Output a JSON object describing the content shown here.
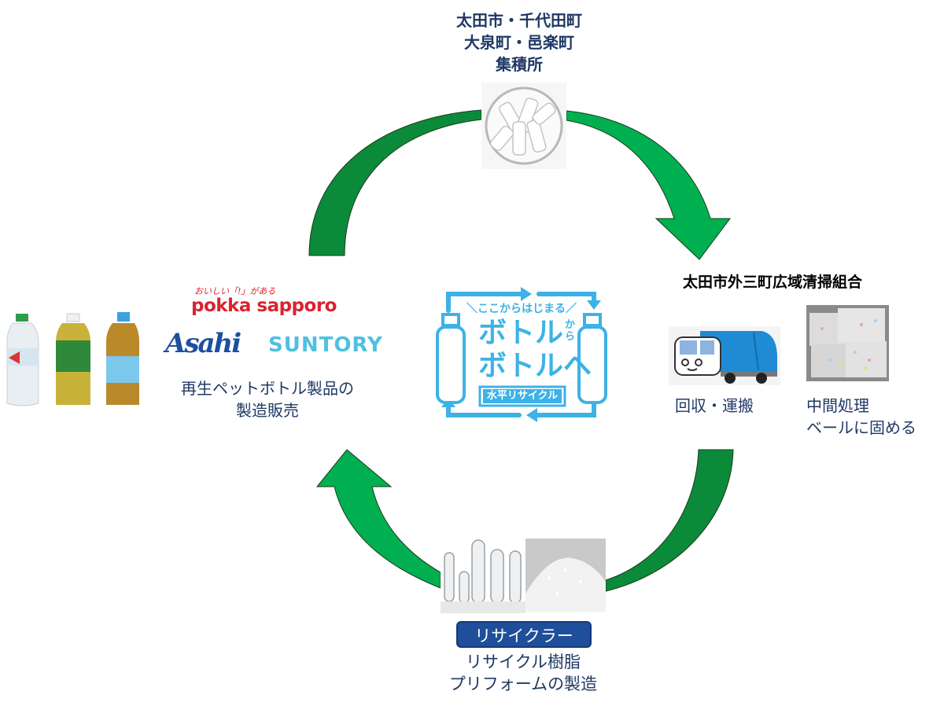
{
  "collection_point": {
    "lines": [
      "太田市・千代田町",
      "大泉町・邑楽町",
      "集積所"
    ]
  },
  "union": {
    "title": "太田市外三町広域清掃組合",
    "collection_label": "回収・運搬",
    "processing_lines": [
      "中間処理",
      "ベールに固める"
    ]
  },
  "recycler": {
    "badge": "リサイクラー",
    "lines": [
      "リサイクル樹脂",
      "プリフォームの製造"
    ]
  },
  "manufacturers": {
    "logos": {
      "pokka_tagline": "おいしい「!」がある",
      "pokka": "pokka sapporo",
      "asahi": "Asahi",
      "suntory": "SUNTORY"
    },
    "lines": [
      "再生ペットボトル製品の",
      "製造販売"
    ]
  },
  "center_logo": {
    "tagline": "＼ここからはじまる／",
    "line1": "ボトル",
    "kara": "から",
    "line2": "ボトルへ",
    "band": "水平リサイクル"
  },
  "colors": {
    "arrow_dark": "#0b8a3a",
    "arrow_light": "#00b050",
    "text": "#1f3864",
    "logo_blue": "#3db2e6",
    "badge": "#1f4e9a"
  }
}
